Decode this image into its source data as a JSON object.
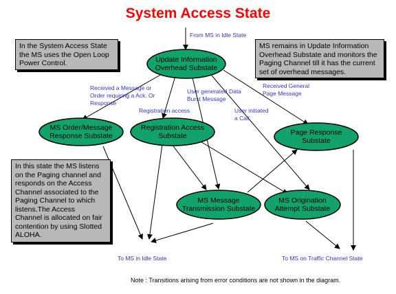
{
  "title": "System Access State",
  "notes": {
    "open_loop": [
      "In the System Access State",
      "the MS uses the Open Loop",
      "Power Control."
    ],
    "update_info": [
      "MS remains in Update Information",
      "Overhead Substate and monitors the",
      "Paging Channel till it has the current",
      "set of overhead messages."
    ],
    "paging": [
      "In this state  the MS listens",
      "on the Paging channel and",
      "responds on the Access",
      "Channel associated to the",
      "Paging Channel to which",
      "listens.The Access",
      "Channel is allocated on fair",
      "contention by using Slotted",
      "ALOHA."
    ]
  },
  "states": {
    "update": [
      "Update Information",
      "Overhead Substate"
    ],
    "order": [
      "MS Order/Message",
      "Response Substate"
    ],
    "registration": [
      "Registration Access",
      "Substate"
    ],
    "page_response": [
      "Page Response",
      "Substate"
    ],
    "message_tx": [
      "MS Message",
      "Transmission Substate"
    ],
    "origination": [
      "MS Origination",
      "Attempt  Substate"
    ]
  },
  "labels": {
    "from_idle": "From MS in Idle State",
    "received_message": [
      "Received a Message or",
      "Order requiring a Ack. Or",
      "Response"
    ],
    "user_data": [
      "User generated Data",
      "Burst Message"
    ],
    "received_page": [
      "Received General",
      "Page Message"
    ],
    "registration_access": "Registration access",
    "user_call": [
      "User initiated",
      "a Call"
    ],
    "to_idle": "To MS in Idle State",
    "to_traffic": "To MS on Traffic Channel State"
  },
  "footnote": "Note :  Transitions arising from error conditions are not shown in the diagram.",
  "colors": {
    "title": "#ff0000",
    "state_fill": "#11a36b",
    "note_fill": "#b8b8b8",
    "label": "#3333cc"
  }
}
